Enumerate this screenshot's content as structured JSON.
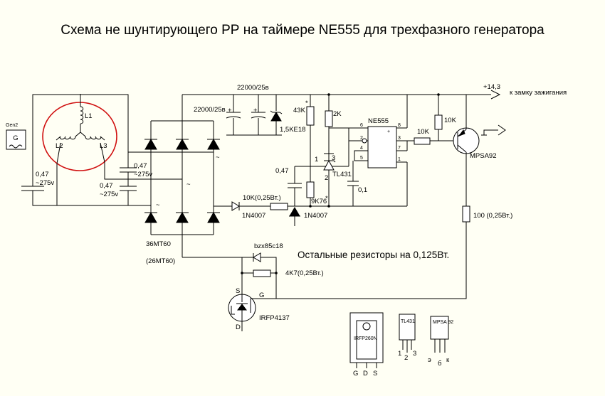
{
  "title": "Схема не шунтирующего РР на таймере NE555 для трехфазного генератора",
  "generator": {
    "name": "Gen2",
    "symbol": "G",
    "coils": [
      "L1",
      "L2",
      "L3"
    ]
  },
  "capacitors": {
    "c_gen": [
      "0,47",
      "~275v"
    ],
    "c_mid_top": [
      "0,47",
      "~275v"
    ],
    "c_mid_bot": [
      "0,47",
      "~275v"
    ],
    "c_big1": "22000/25в",
    "c_big2": "22000/25в",
    "c_timing": "0,47",
    "c_out": "0,1"
  },
  "power": {
    "voltage": "+14,3",
    "to_ignition": "к замку зажигания"
  },
  "rectifier": {
    "part": "36MT60",
    "alt_part": "(26MT60)",
    "ac_mark": "~"
  },
  "components": {
    "tvs": "1,5KE18",
    "r43k": "43K",
    "r43k_mark": "*",
    "r2k": "2K",
    "r9k76": "9K76",
    "r9k76_mark": "*",
    "timer": "NE555",
    "reg": "TL431",
    "r10k_a": "10K",
    "r10k_b": "10K",
    "transistor": "MPSA92",
    "r10k_025": "10K(0,25Вт.)",
    "diode1": "1N4007",
    "diode2": "1N4007",
    "zener": "bzx85c18",
    "r4k7": "4K7(0,25Вт.)",
    "mosfet": "IRFP4137",
    "r100": "100 (0,25Вт.)",
    "plus": "+"
  },
  "pins": {
    "ne555": [
      "6",
      "2",
      "4",
      "5",
      "8",
      "3",
      "7",
      "1"
    ],
    "tl431": [
      "1",
      "3",
      "2"
    ],
    "mosfet": [
      "S",
      "G",
      "D"
    ]
  },
  "note": "Остальные резисторы на 0,125Вт.",
  "packages": {
    "to247": {
      "name": "IRFP260N",
      "pins": [
        "G",
        "D",
        "S"
      ]
    },
    "to92_tl": {
      "name": "TL431",
      "pins": [
        "1",
        "2",
        "3"
      ]
    },
    "to92_mp": {
      "name": "MPSA 92",
      "pins": [
        "э",
        "б",
        "к"
      ]
    }
  },
  "colors": {
    "wire": "#000000",
    "highlight_circle": "#d01010",
    "background": "#fffff4"
  }
}
